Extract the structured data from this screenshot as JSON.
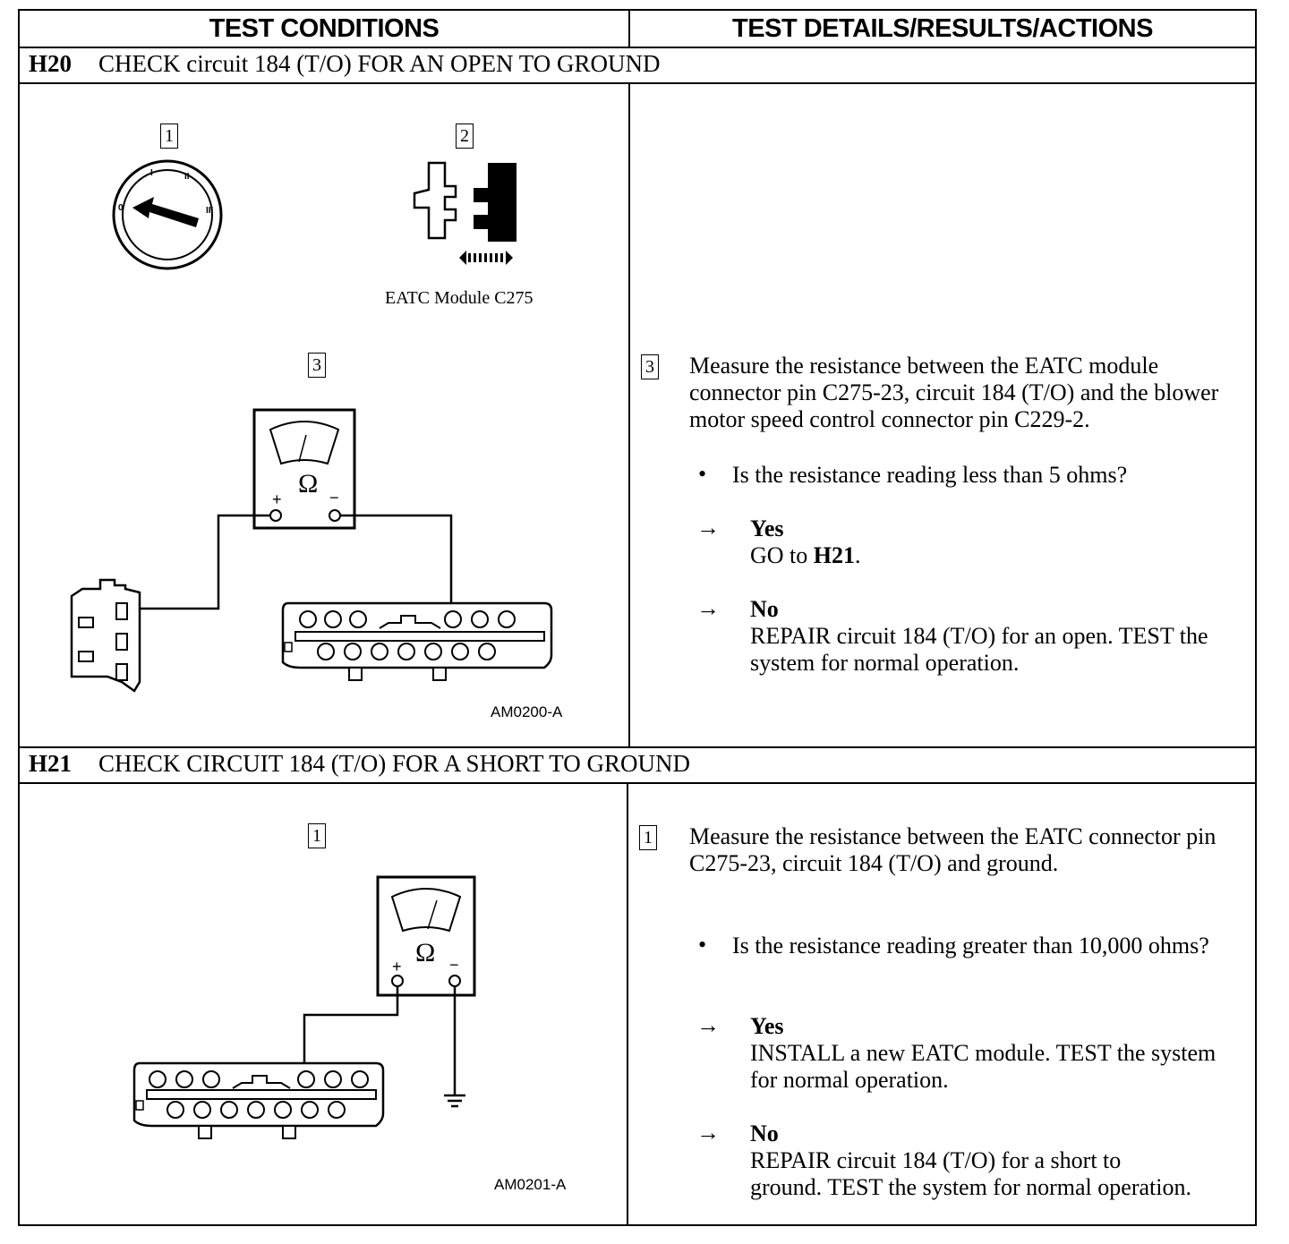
{
  "header": {
    "left": "TEST CONDITIONS",
    "right": "TEST DETAILS/RESULTS/ACTIONS"
  },
  "h20": {
    "id": "H20",
    "title": "CHECK circuit 184 (T/O) FOR AN OPEN TO GROUND",
    "fig_step1": "1",
    "fig_step2": "2",
    "fig_step3": "3",
    "connector_caption": "EATC Module C275",
    "meter_symbol": "Ω",
    "figure_id": "AM0200-A",
    "detail_step": "3",
    "instruction": "Measure the resistance between the EATC module connector pin C275-23, circuit 184 (T/O) and the blower motor speed control connector pin C229-2.",
    "question": "Is the resistance reading less than 5 ohms?",
    "yes_label": "Yes",
    "yes_action_pre": "GO to ",
    "yes_action_bold": "H21",
    "yes_action_post": ".",
    "no_label": "No",
    "no_action": "REPAIR circuit 184 (T/O) for an open. TEST the system for normal operation."
  },
  "h21": {
    "id": "H21",
    "title": "CHECK CIRCUIT 184 (T/O) FOR A SHORT TO GROUND",
    "fig_step1": "1",
    "meter_symbol": "Ω",
    "figure_id": "AM0201-A",
    "detail_step": "1",
    "instruction": "Measure the resistance between the EATC connector pin C275-23, circuit 184 (T/O) and ground.",
    "question": "Is the resistance reading greater than 10,000 ohms?",
    "yes_label": "Yes",
    "yes_action": "INSTALL a new EATC module. TEST the system for normal operation.",
    "no_label": "No",
    "no_action": "REPAIR circuit 184 (T/O) for a short to ground. TEST the system for normal operation."
  },
  "symbols": {
    "bullet": "•",
    "arrow": "→",
    "plus": "+",
    "minus": "−"
  }
}
